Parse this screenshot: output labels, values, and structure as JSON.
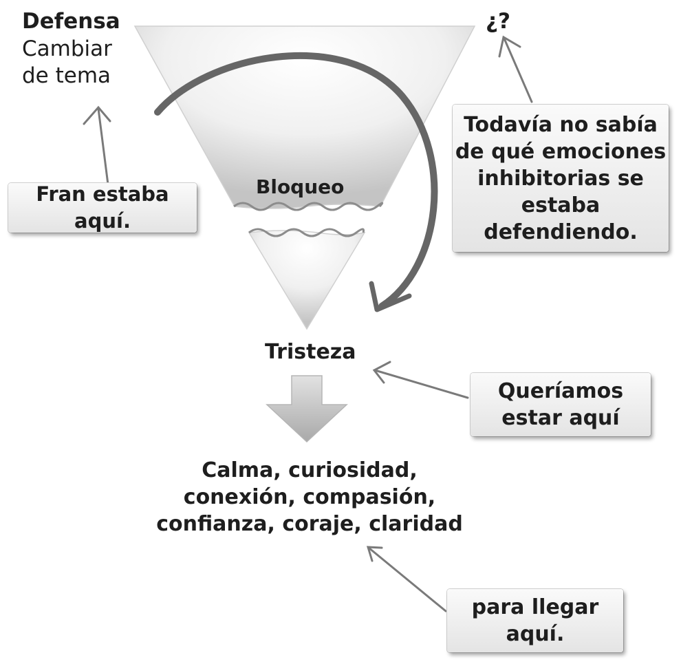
{
  "defense": {
    "title": "Defensa",
    "lines": [
      "Cambiar",
      "de tema"
    ]
  },
  "question_mark": "¿?",
  "block_label": "Bloqueo",
  "sadness_label": "Tristeza",
  "result_lines": [
    "Calma, curiosidad,",
    "conexión, compasión,",
    "confianza, coraje, claridad"
  ],
  "notes": {
    "fran": [
      "Fran estaba aquí."
    ],
    "unknown": [
      "Todavía no sabía",
      "de qué emociones",
      "inhibitorias se",
      "estaba",
      "defendiendo."
    ],
    "wanted": [
      "Queríamos",
      "estar aquí"
    ],
    "goal": [
      "para llegar",
      "aquí."
    ]
  },
  "colors": {
    "text": "#1e1e1e",
    "arrow": "#7a7a7a",
    "curve_arrow": "#5f5f5f",
    "funnel_edge": "#c7c7c7",
    "note_bg": "#efefef"
  }
}
